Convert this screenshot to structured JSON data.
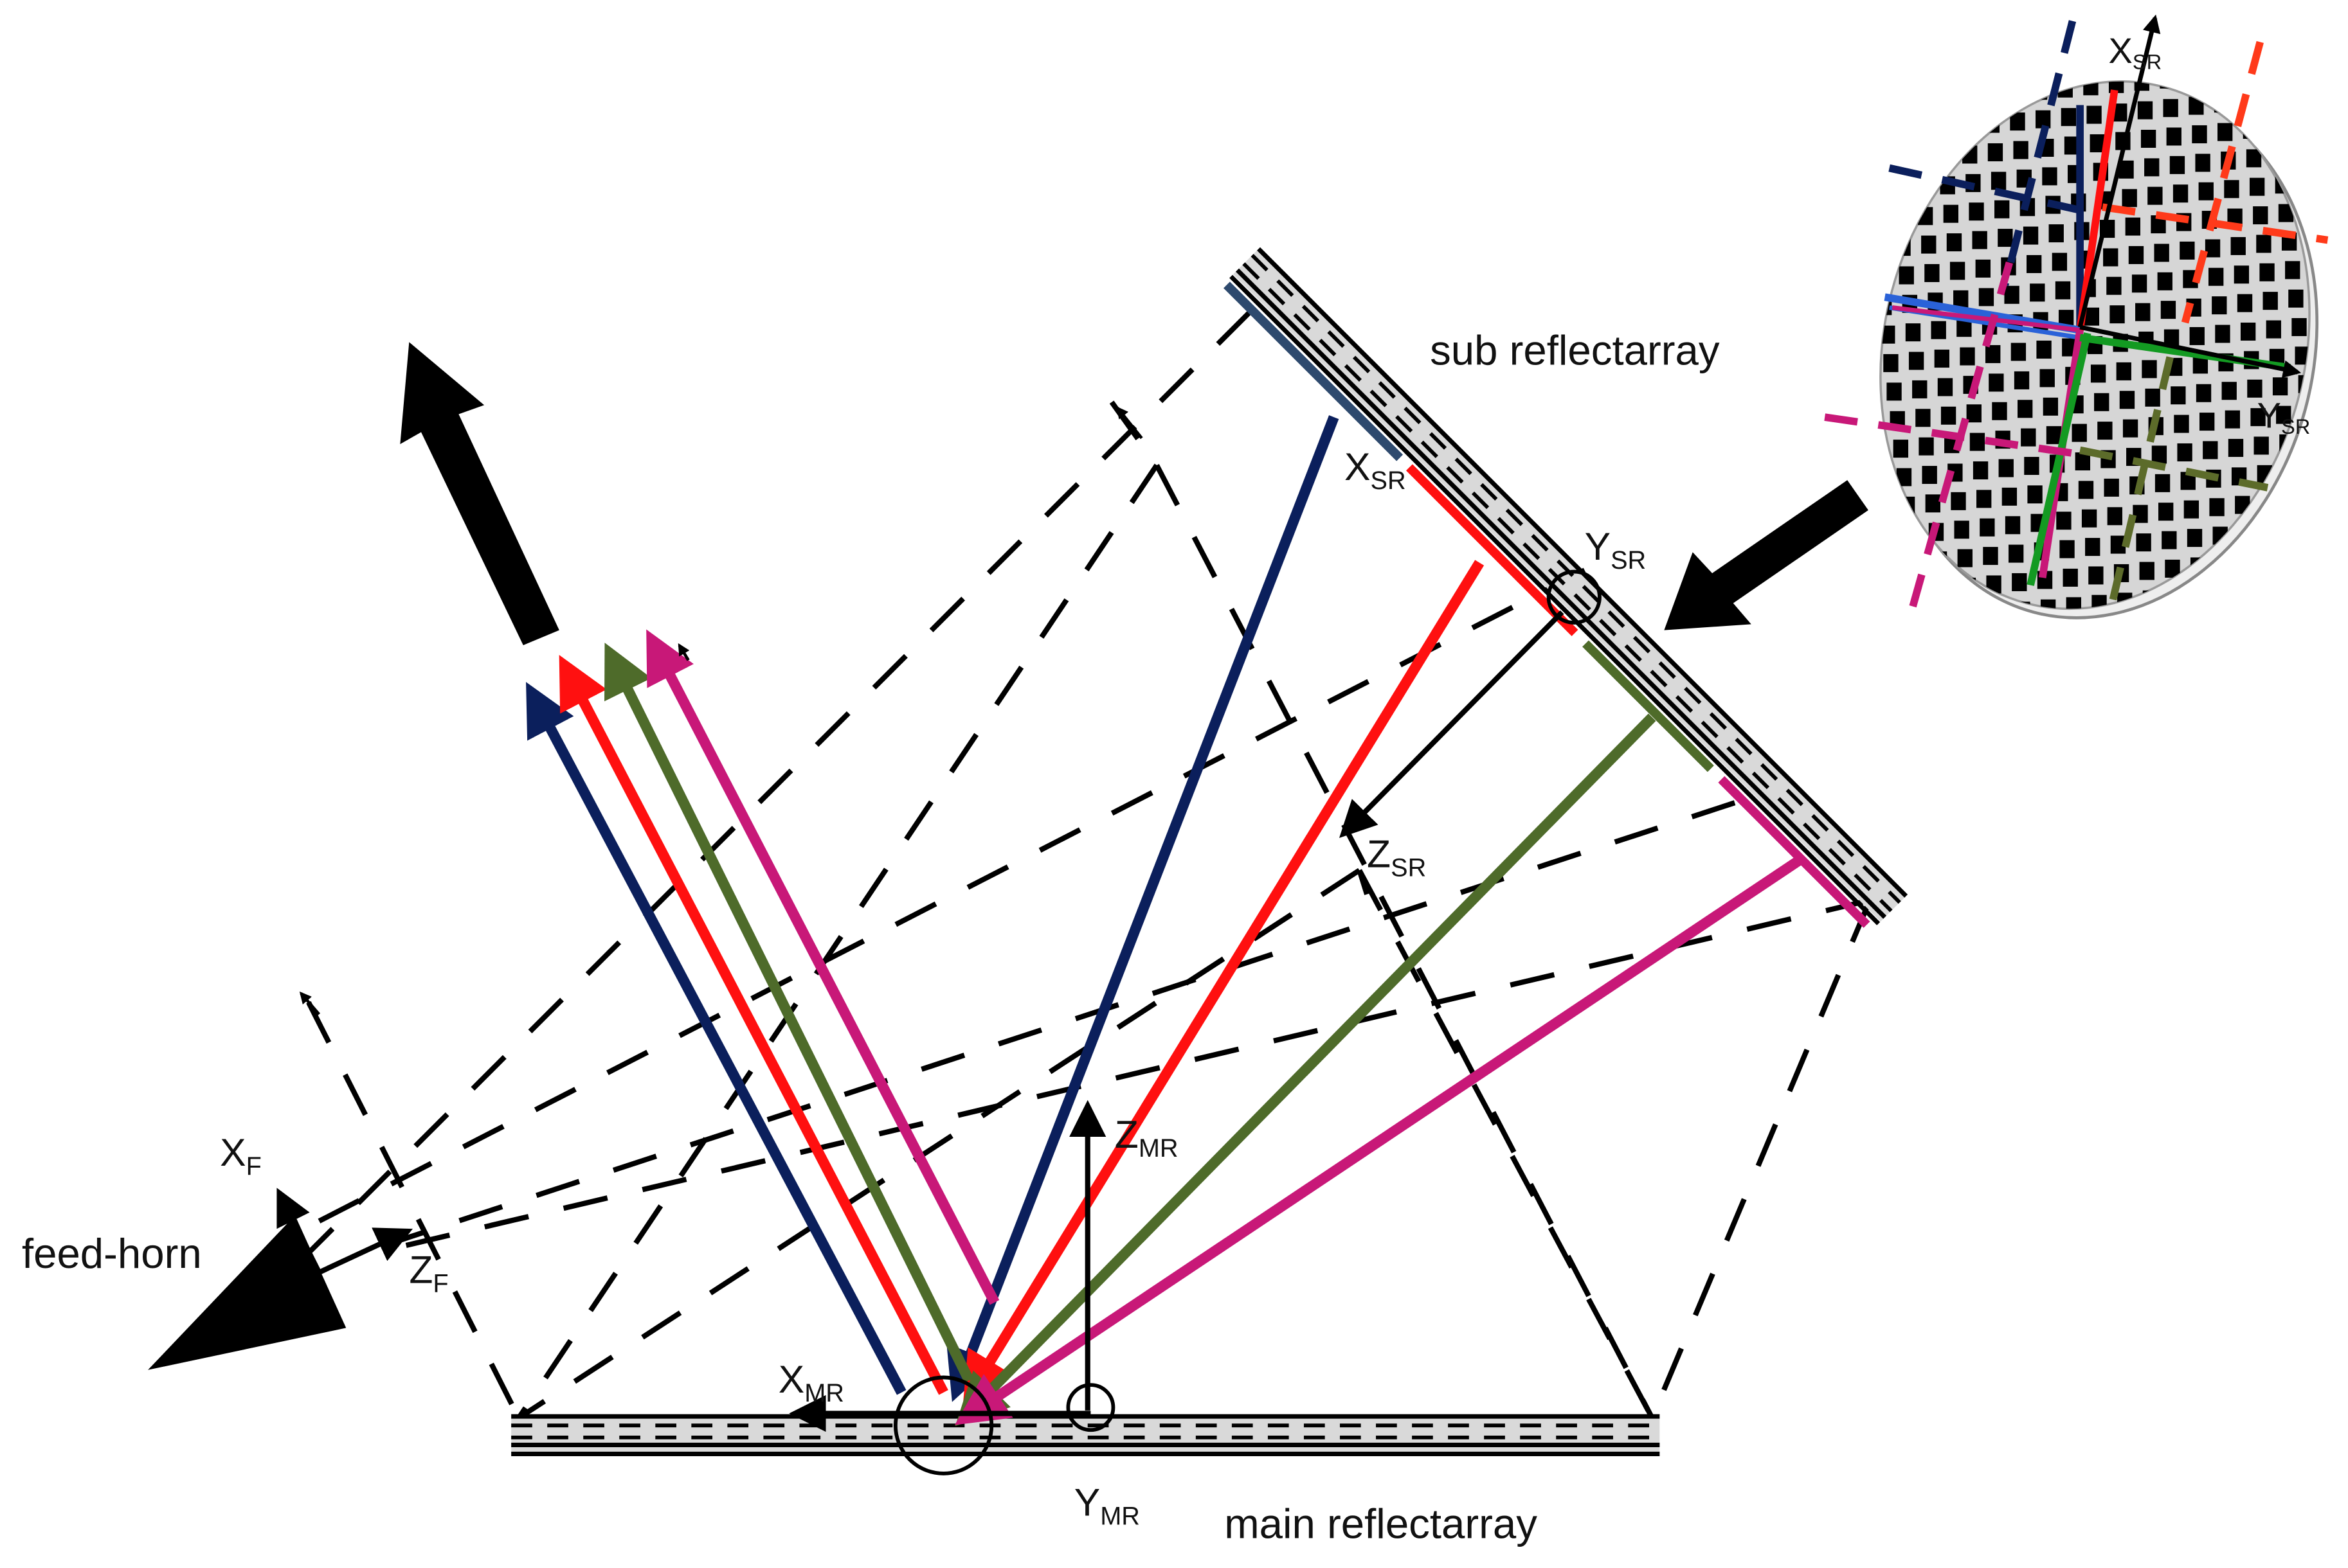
{
  "labels": {
    "sub_reflectarray": "sub reflectarray",
    "main_reflectarray": "main reflectarray",
    "feed_horn": "feed-horn"
  },
  "axes": {
    "x_sr": {
      "main": "X",
      "sub": "SR"
    },
    "y_sr": {
      "main": "Y",
      "sub": "SR"
    },
    "z_sr": {
      "main": "Z",
      "sub": "SR"
    },
    "x_mr": {
      "main": "X",
      "sub": "MR"
    },
    "y_mr": {
      "main": "Y",
      "sub": "MR"
    },
    "z_mr": {
      "main": "Z",
      "sub": "MR"
    },
    "x_f": {
      "main": "X",
      "sub": "F"
    },
    "z_f": {
      "main": "Z",
      "sub": "F"
    },
    "inset_x_sr": {
      "main": "X",
      "sub": "SR"
    },
    "inset_y_sr": {
      "main": "Y",
      "sub": "SR"
    }
  },
  "colors": {
    "navy": "#0b1f5c",
    "red": "#ff1010",
    "olive": "#4e6b2a",
    "magenta": "#c81878",
    "slate": "#2e4a6e",
    "blue": "#2a62d8",
    "green": "#139a22",
    "orange_red": "#ff3a1a",
    "dark_olive": "#5c6b2a",
    "reflector_fill": "#d9d9d9",
    "disk_fill": "#d6d6d6"
  }
}
